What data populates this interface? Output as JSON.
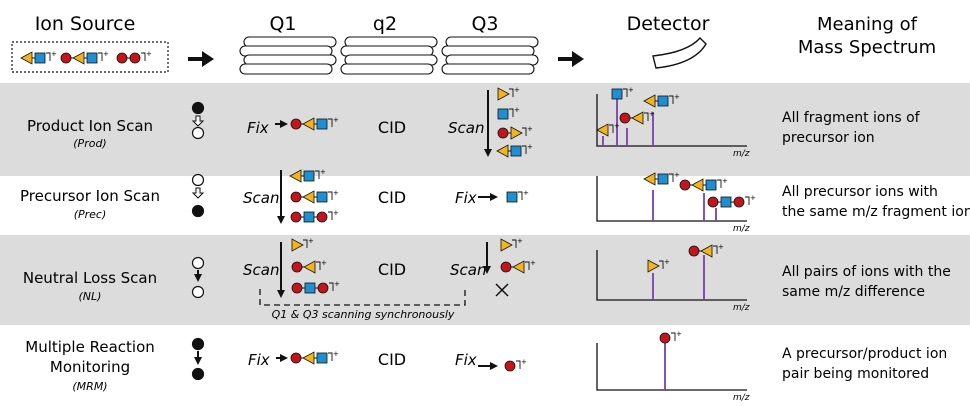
{
  "headers": {
    "source": "Ion Source",
    "q1": "Q1",
    "q2": "q2",
    "q3": "Q3",
    "detector": "Detector",
    "meaning_line1": "Meaning of",
    "meaning_line2": "Mass Spectrum"
  },
  "common": {
    "cid": "CID",
    "fix": "Fix",
    "scan": "Scan",
    "mz": "m/z",
    "charge": "+",
    "sync_note": "Q1  &  Q3  scanning synchronously"
  },
  "rows": [
    {
      "id": "prod",
      "name": "Product Ion Scan",
      "abbr": "(Prod)",
      "meaning": [
        "All fragment ions of",
        "precursor ion"
      ],
      "shaded": true
    },
    {
      "id": "prec",
      "name": "Precursor Ion Scan",
      "abbr": "(Prec)",
      "meaning": [
        "All precursor ions with",
        "the same m/z fragment ion"
      ],
      "shaded": false
    },
    {
      "id": "nl",
      "name": "Neutral Loss Scan",
      "abbr": "(NL)",
      "meaning": [
        "All pairs of ions with the",
        "same m/z difference"
      ],
      "shaded": true
    },
    {
      "id": "mrm",
      "name_lines": [
        "Multiple Reaction",
        "Monitoring"
      ],
      "abbr": "(MRM)",
      "meaning": [
        "A precursor/product ion",
        "pair being monitored"
      ],
      "shaded": false
    }
  ],
  "colors": {
    "band": "#dcdcdc",
    "red": "#c3151c",
    "blue": "#1f8fd0",
    "yellow": "#f2b41c",
    "purple": "#7a3fb0",
    "ink": "#111111"
  },
  "icons": {
    "red": "red-circle-icon",
    "blue": "blue-square-icon",
    "yellow": "yellow-triangle-icon"
  }
}
